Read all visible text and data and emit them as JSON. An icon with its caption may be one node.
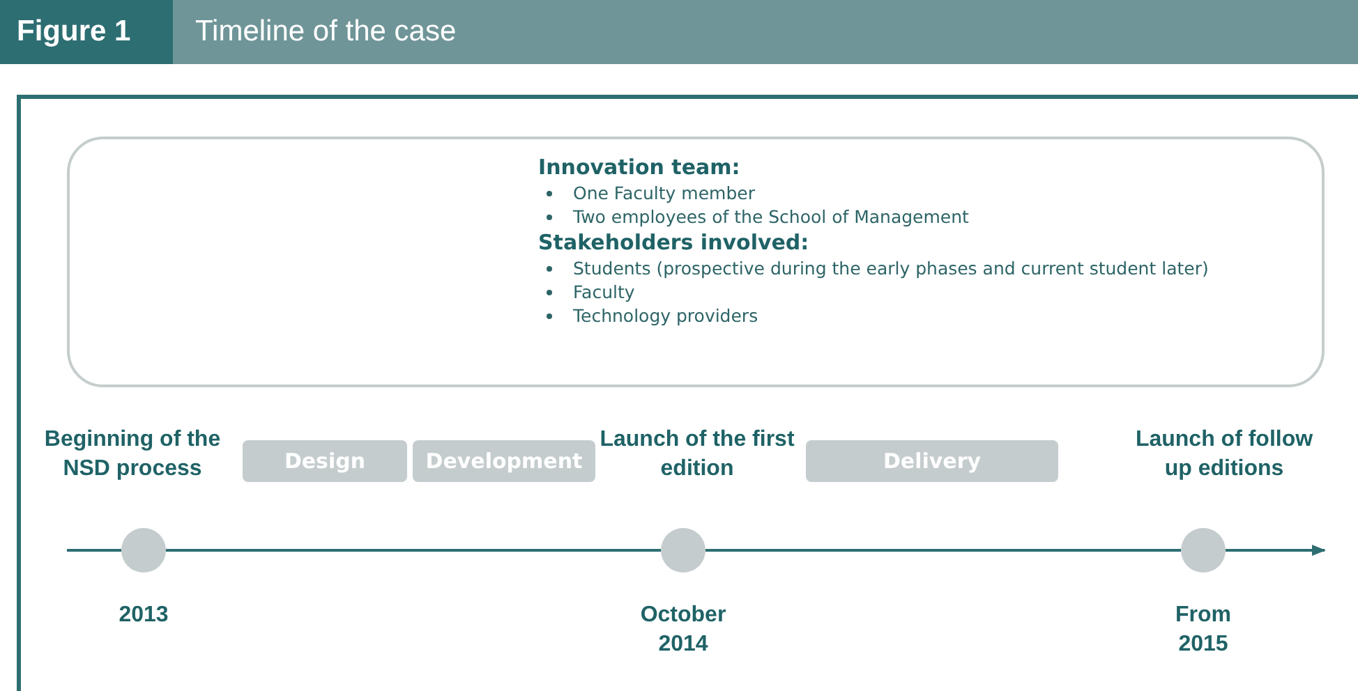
{
  "diagram": {
    "title": "Timeline of the case",
    "nodes": [
      {
        "text": [
          "Innovation team:",
          "One Faculty member",
          "Two employees of the School of Management",
          "Stakeholders involved:",
          "Students (prospective during the early phases and current student later)",
          "Faculty",
          "Technology providers"
        ]
      },
      {
        "text": [
          "Design"
        ]
      },
      {
        "text": [
          "Development"
        ]
      },
      {
        "text": [
          "Delivery"
        ]
      },
      {
        "text": [],
        "shape": "circle",
        "beside": [
          "2013"
        ]
      },
      {
        "text": [],
        "shape": "circle",
        "beside": [
          "October 2014"
        ]
      },
      {
        "text": [],
        "shape": "circle",
        "beside": [
          "From 2015"
        ]
      }
    ],
    "edges": [
      {
        "from": null,
        "to": 4,
        "arrow": "none"
      },
      {
        "from": 4,
        "to": 5,
        "arrow": "none"
      },
      {
        "from": 5,
        "to": 6,
        "arrow": "none"
      },
      {
        "from": 6,
        "to": null,
        "arrow": "to"
      }
    ],
    "labels": [
      "Figure 1",
      "Beginning of the NSD process",
      "Launch of the first edition",
      "Launch of follow up editions"
    ]
  }
}
